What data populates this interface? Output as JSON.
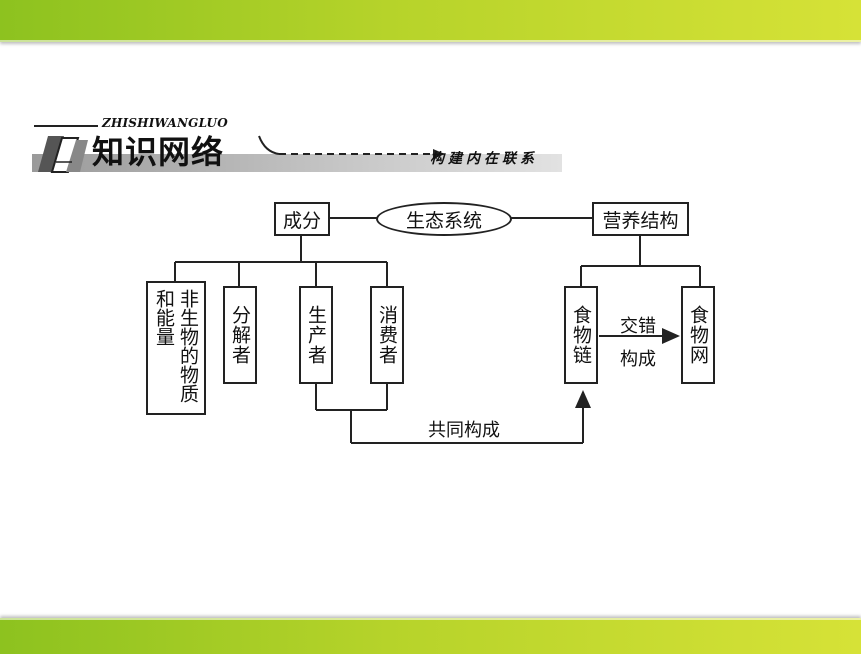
{
  "header": {
    "pinyin": "ZHISHIWANGLUO",
    "title": "知识网络",
    "subtitle": "构建内在联系"
  },
  "diagram": {
    "root": "生态系统",
    "left_branch": "成分",
    "right_branch": "营养结构",
    "components": [
      "非生物的物质和能量",
      "分解者",
      "生产者",
      "消费者"
    ],
    "structure": [
      "食物链",
      "食物网"
    ],
    "link_label_top": "交错",
    "link_label_bottom": "构成",
    "bottom_label": "共同构成"
  },
  "colors": {
    "band_start": "#8dc21f",
    "band_end": "#d6e237",
    "line": "#222222"
  }
}
